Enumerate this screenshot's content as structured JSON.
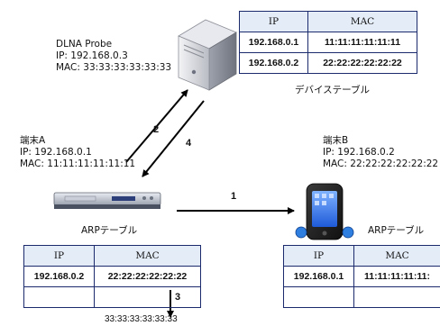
{
  "probe": {
    "name": "DLNA Probe",
    "ip": "IP: 192.168.0.3",
    "mac": "MAC: 33:33:33:33:33:33"
  },
  "device_table": {
    "caption": "デバイステーブル",
    "headers": [
      "IP",
      "MAC"
    ],
    "rows": [
      [
        "192.168.0.1",
        "11:11:11:11:11:11"
      ],
      [
        "192.168.0.2",
        "22:22:22:22:22:22"
      ]
    ]
  },
  "terminal_a": {
    "name": "端末A",
    "ip": "IP: 192.168.0.1",
    "mac": "MAC: 11:11:11:11:11:11",
    "table_caption": "ARPテーブル"
  },
  "terminal_b": {
    "name": "端末B",
    "ip": "IP: 192.168.0.2",
    "mac": "MAC: 22:22:22:22:22:22",
    "table_caption": "ARPテーブル"
  },
  "arp_a": {
    "headers": [
      "IP",
      "MAC"
    ],
    "rows": [
      [
        "192.168.0.2",
        "22:22:22:22:22:22"
      ],
      [
        "",
        ""
      ]
    ],
    "rewrite_value": "33:33:33:33:33:33"
  },
  "arp_b": {
    "headers": [
      "IP",
      "MAC"
    ],
    "rows": [
      [
        "192.168.0.1",
        "11:11:11:11:11:"
      ],
      [
        "",
        ""
      ]
    ]
  },
  "steps": {
    "s1": "1",
    "s2": "2",
    "s3": "3",
    "s4": "4"
  },
  "colors": {
    "table_border": "#1a2a6c",
    "header_fill": "#e4ecf7",
    "arrow": "#000000"
  }
}
